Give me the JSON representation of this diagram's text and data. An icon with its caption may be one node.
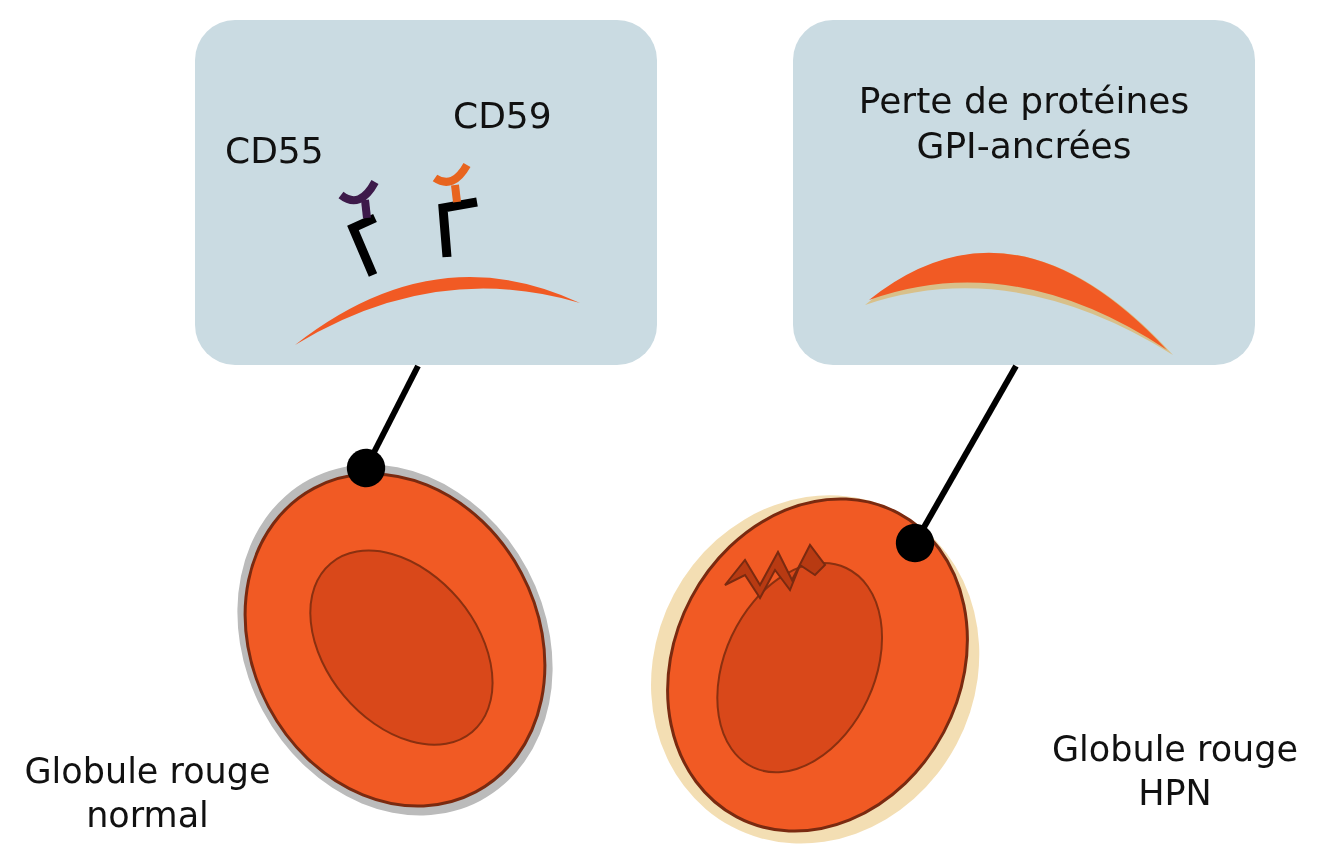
{
  "diagram": {
    "nodes": [
      {
        "text": [
          "CD55",
          "CD59"
        ]
      },
      {
        "text": [
          "Perte de protéines GPI-ancrées"
        ]
      },
      {
        "text": [],
        "shape": "picture",
        "beside": [
          "Globule rouge normal"
        ]
      },
      {
        "text": [],
        "shape": "picture",
        "beside": [
          "Globule rouge HPN"
        ]
      }
    ],
    "edges": [
      {
        "from": 0,
        "to": 2,
        "arrow": "other"
      },
      {
        "from": 1,
        "to": 3,
        "arrow": "other"
      }
    ]
  }
}
